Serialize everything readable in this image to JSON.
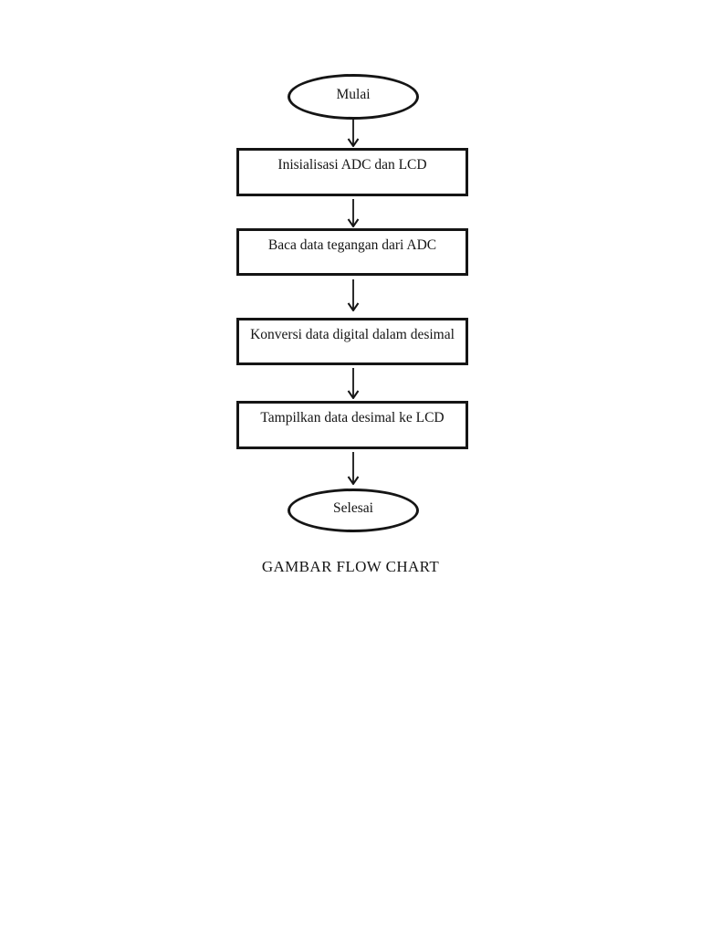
{
  "page": {
    "background": "#ffffff",
    "ink_color": "#151515",
    "caption": "GAMBAR FLOW CHART"
  },
  "flowchart": {
    "type": "flowchart",
    "direction": "top-down",
    "nodes": [
      {
        "id": "start",
        "shape": "terminator",
        "label": "Mulai"
      },
      {
        "id": "step1",
        "shape": "process",
        "label": "Inisialisasi ADC dan LCD"
      },
      {
        "id": "step2",
        "shape": "process",
        "label": "Baca data tegangan dari ADC"
      },
      {
        "id": "step3",
        "shape": "process",
        "label": "Konversi data digital dalam desimal"
      },
      {
        "id": "step4",
        "shape": "process",
        "label": "Tampilkan data desimal ke LCD"
      },
      {
        "id": "end",
        "shape": "terminator",
        "label": "Selesai"
      }
    ],
    "edges": [
      {
        "from": "start",
        "to": "step1"
      },
      {
        "from": "step1",
        "to": "step2"
      },
      {
        "from": "step2",
        "to": "step3"
      },
      {
        "from": "step3",
        "to": "step4"
      },
      {
        "from": "step4",
        "to": "end"
      }
    ]
  }
}
